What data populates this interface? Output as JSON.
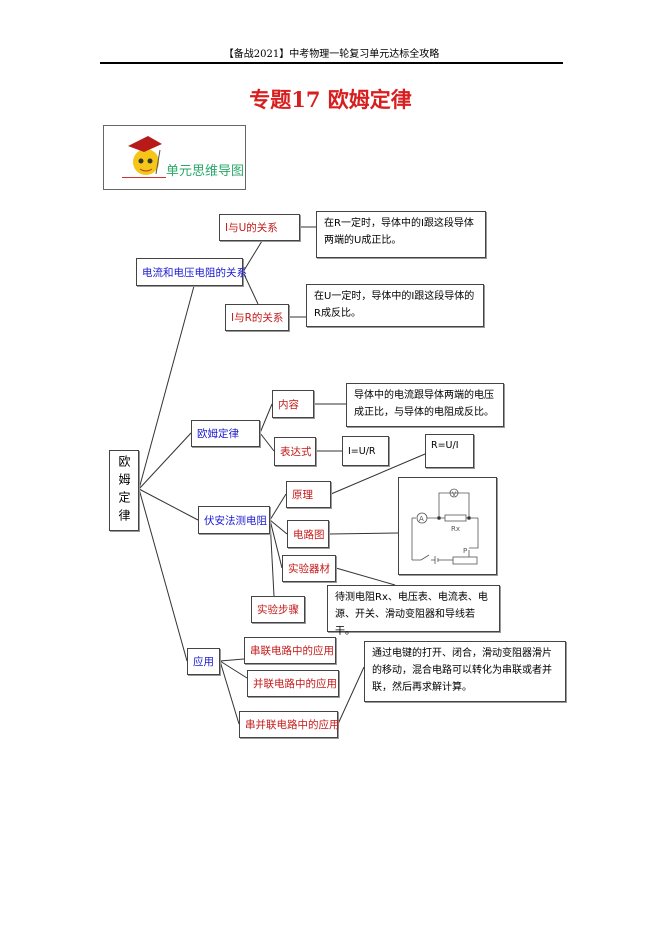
{
  "header": "【备战2021】中考物理一轮复习单元达标全攻略",
  "title": "专题17  欧姆定律",
  "logo_label": "单元思维导图",
  "root": "欧姆定律",
  "branches": {
    "relation": {
      "label": "电流和电压电阻的关系",
      "iu": "I与U的关系",
      "iu_text": "在R一定时，导体中的I跟这段导体两端的U成正比。",
      "ir": "I与R的关系",
      "ir_text": "在U一定时，导体中的I跟这段导体的R成反比。"
    },
    "ohm": {
      "label": "欧姆定律",
      "content": "内容",
      "content_text": "导体中的电流跟导体两端的电压成正比，与导体的电阻成反比。",
      "expr": "表达式",
      "expr_text": "I=U/R"
    },
    "va": {
      "label": "伏安法测电阻",
      "principle": "原理",
      "principle_text": "R=U/I",
      "circuit": "电路图",
      "equipment": "实验器材",
      "equipment_text": "待测电阻Rx、电压表、电流表、电源、开关、滑动变阻器和导线若干。",
      "steps": "实验步骤",
      "circuit_labels": {
        "v": "V",
        "a": "A",
        "rx": "Rx",
        "p": "P"
      }
    },
    "app": {
      "label": "应用",
      "series": "串联电路中的应用",
      "parallel": "并联电路中的应用",
      "mixed": "串并联电路中的应用",
      "text": "通过电键的打开、闭合，滑动变阻器滑片的移动，混合电路可以转化为串联或者并联，然后再求解计算。"
    }
  }
}
